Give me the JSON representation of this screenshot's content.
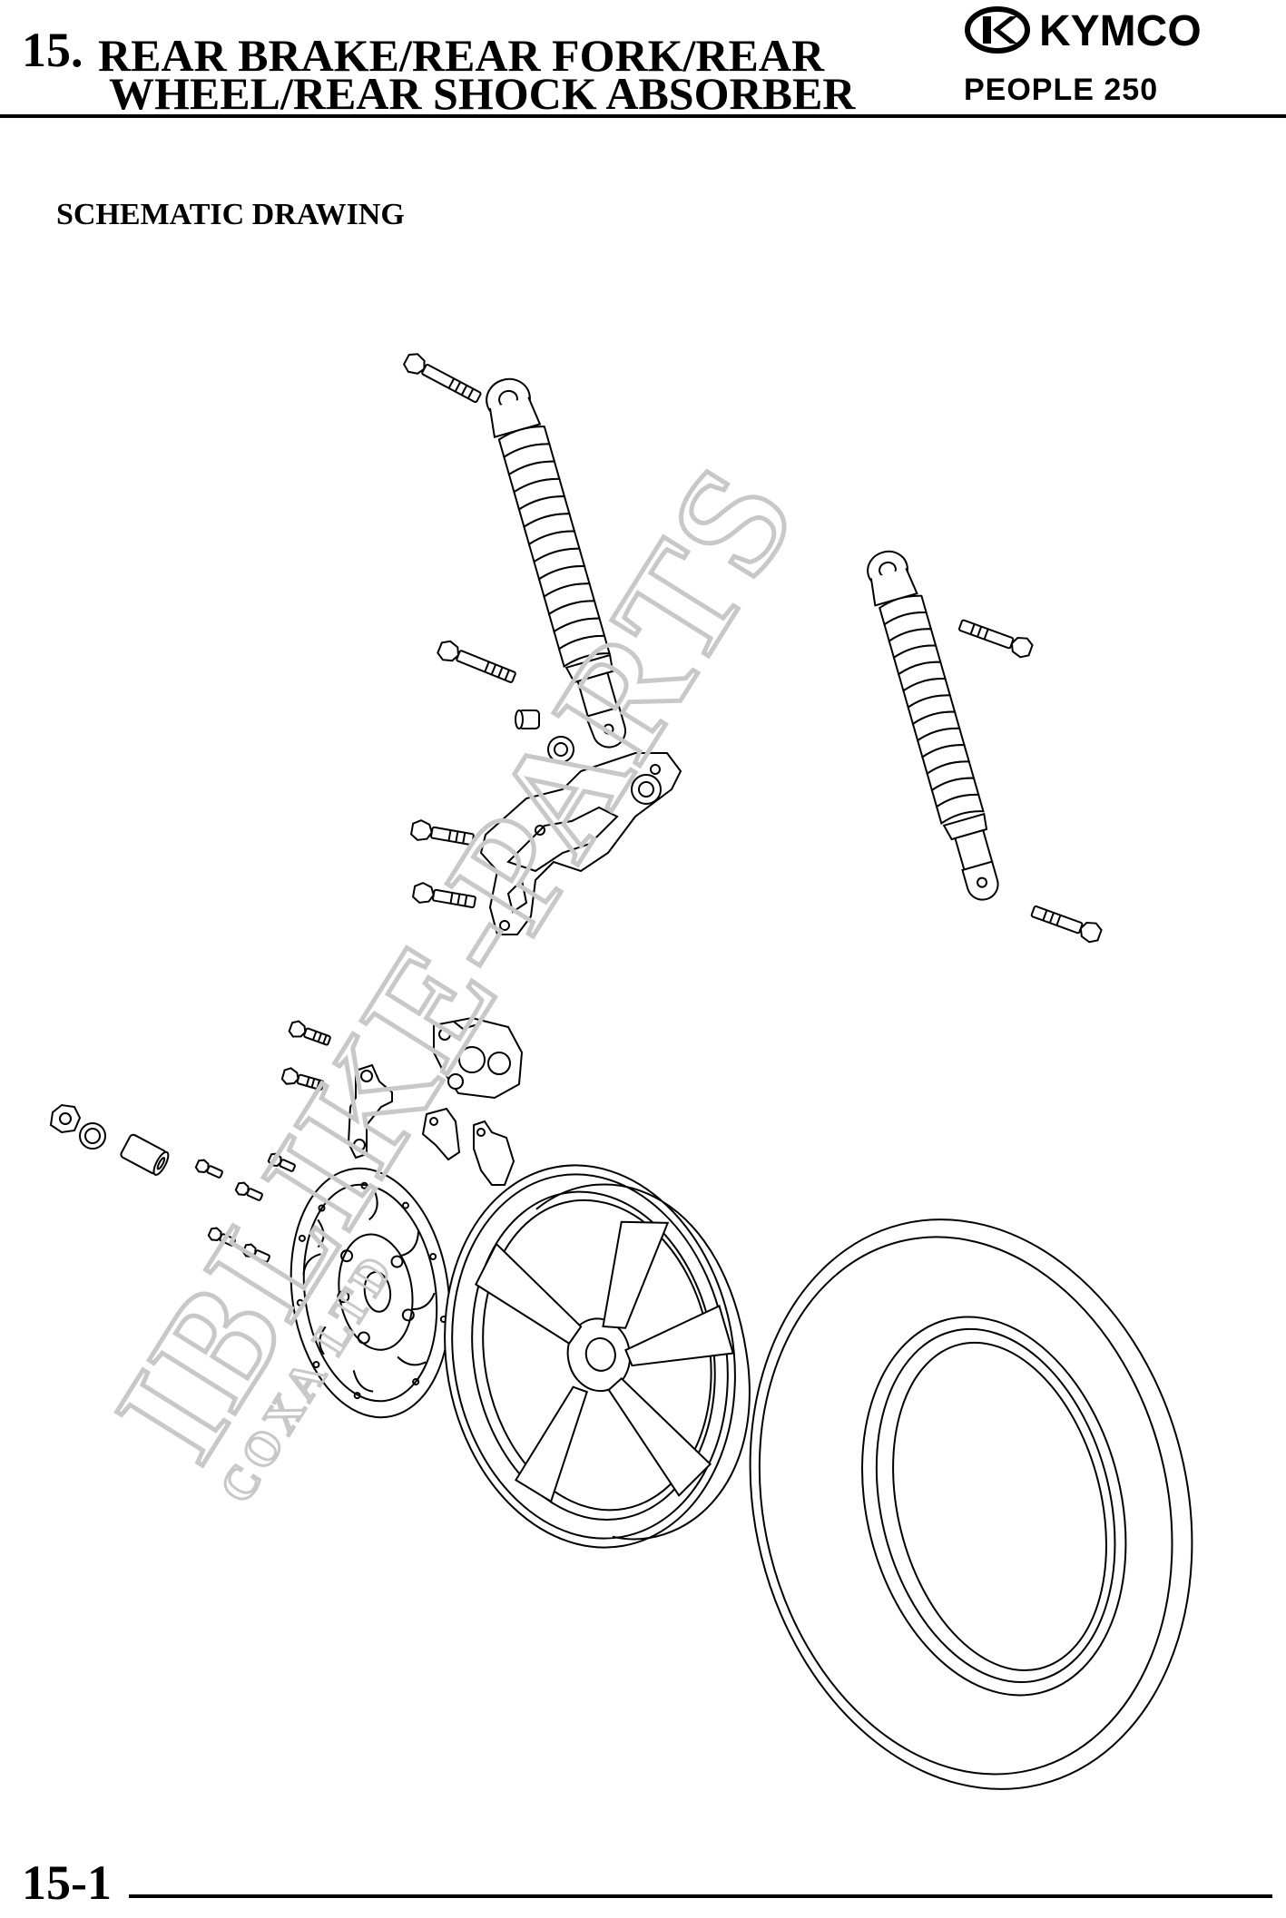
{
  "header": {
    "section_number": "15.",
    "title_line1": "REAR BRAKE/REAR FORK/REAR",
    "title_line2": "WHEEL/REAR SHOCK ABSORBER",
    "brand": "KYMCO",
    "model": "PEOPLE 250"
  },
  "section": {
    "heading": "SCHEMATIC DRAWING"
  },
  "watermark": {
    "text": "IBLIKE-PARTS",
    "subtext": "COXA LTD"
  },
  "footer": {
    "page_number": "15-1"
  },
  "colors": {
    "ink": "#000000",
    "watermark": "#c8c8c8"
  }
}
